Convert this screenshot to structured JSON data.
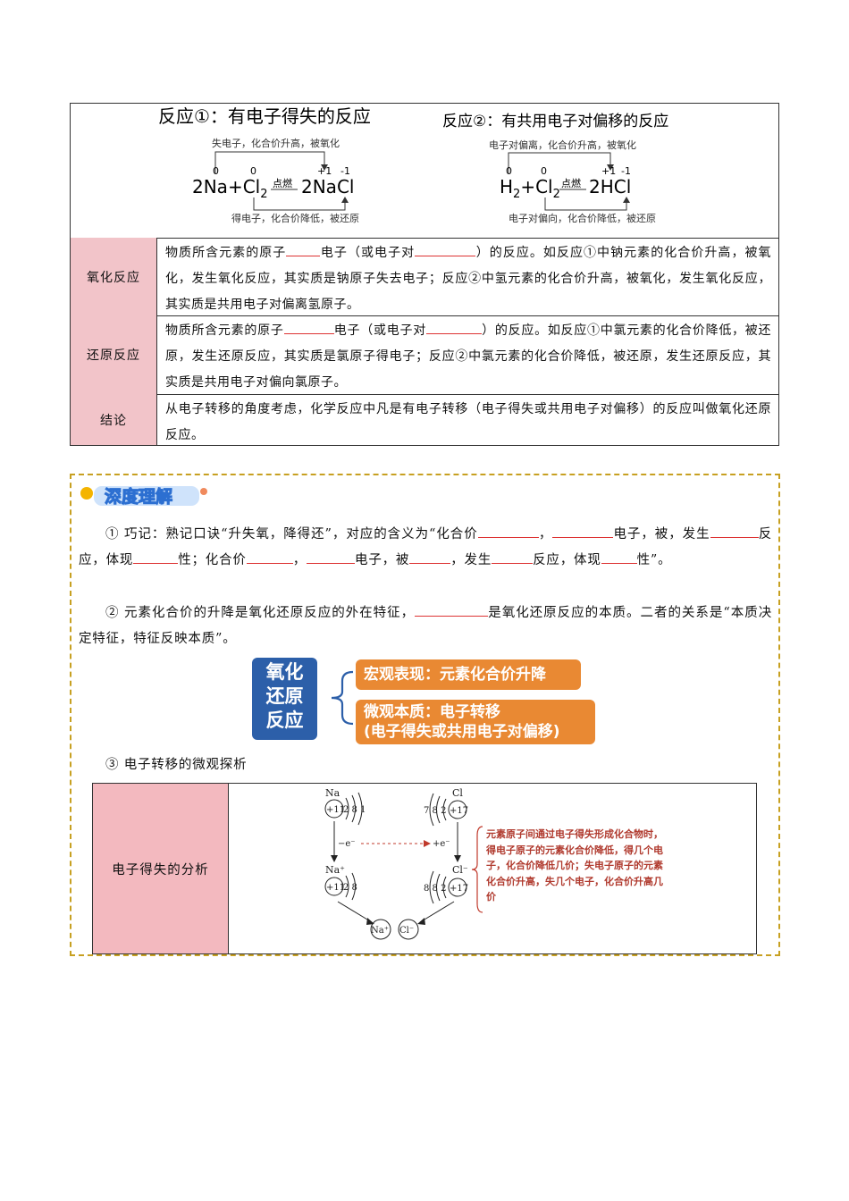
{
  "reactions": {
    "r1": {
      "title": "反应①：有电子得失的反应",
      "top_note": "失电子，化合价升高，被氧化",
      "bottom_note": "得电子，化合价降低，被还原",
      "ox": {
        "a": "0",
        "b": "0",
        "c": "+1",
        "d": "-1"
      },
      "condition": "点燃"
    },
    "r2": {
      "title": "反应②：有共用电子对偏移的反应",
      "top_note": "电子对偏离，化合价升高，被氧化",
      "bottom_note": "电子对偏向，化合价降低，被还原",
      "ox": {
        "a": "0",
        "b": "0",
        "c": "+1",
        "d": "-1"
      },
      "condition": "点燃"
    }
  },
  "rows": [
    {
      "label": "氧化反应",
      "t1": "物质所含元素的原子",
      "t2": "电子（或电子对",
      "t3": "）的反应。如反应①中钠元素的化合价升高，被氧化，发生氧化反应，其实质是钠原子失去电子；反应②中氢元素的化合价升高，被氧化，发生氧化反应，其实质是共用电子对偏离氢原子。"
    },
    {
      "label": "还原反应",
      "t1": "物质所含元素的原子",
      "t2": "电子（或电子对",
      "t3": "）的反应。如反应①中氯元素的化合价降低，被还原，发生还原反应，其实质是氯原子得电子；反应②中氯元素的化合价降低，被还原，发生还原反应，其实质是共用电子对偏向氯原子。"
    },
    {
      "label": "结论",
      "text": "从电子转移的角度考虑，化学反应中凡是有电子转移（电子得失或共用电子对偏移）的反应叫做氧化还原反应。"
    }
  ],
  "deep": {
    "badge": "深度理解",
    "p1": {
      "a": "① 巧记：熟记口诀“升失氧，降得还”，对应的含义为“化合价",
      "b": "，",
      "c": "电子，被",
      "d": "，发生",
      "e": "反应，体现",
      "f": "性；化合价",
      "g": "，",
      "h": "电子，被",
      "i": "，发生",
      "j": "反应，体现",
      "k": "性”。"
    },
    "p2": {
      "a": "② 元素化合价的升降是氧化还原反应的外在特征，",
      "b": "是氧化还原反应的本质。二者的关系是“本质决定特征，特征反映本质”。"
    },
    "map": {
      "center": [
        "氧化",
        "还原",
        "反应"
      ],
      "macro": "宏观表现：元素化合价升降",
      "micro_1": "微观本质：电子转移",
      "micro_2": "(电子得失或共用电子对偏移)"
    },
    "p3": "③ 电子转移的微观探析",
    "analysis": {
      "label": "电子得失的分析",
      "na": "Na",
      "na_nucleus": "+11",
      "na_shells": "2 8 1",
      "cl": "Cl",
      "cl_nucleus": "+17",
      "cl_shells": "7 8 2",
      "lose": "−e⁻",
      "gain": "+e⁻",
      "na_ion": "Na⁺",
      "na_ion_shells": "2 8",
      "cl_ion": "Cl⁻",
      "cl_ion_shells": "8 8 2",
      "product_na": "Na⁺",
      "product_cl": "Cl⁻",
      "note": "元素原子间通过电子得失形成化合物时，得电子原子的元素化合价降低，得几个电子，化合价降低几价；失电子原子的元素化合价升高，失几个电子，化合价升高几价"
    }
  }
}
